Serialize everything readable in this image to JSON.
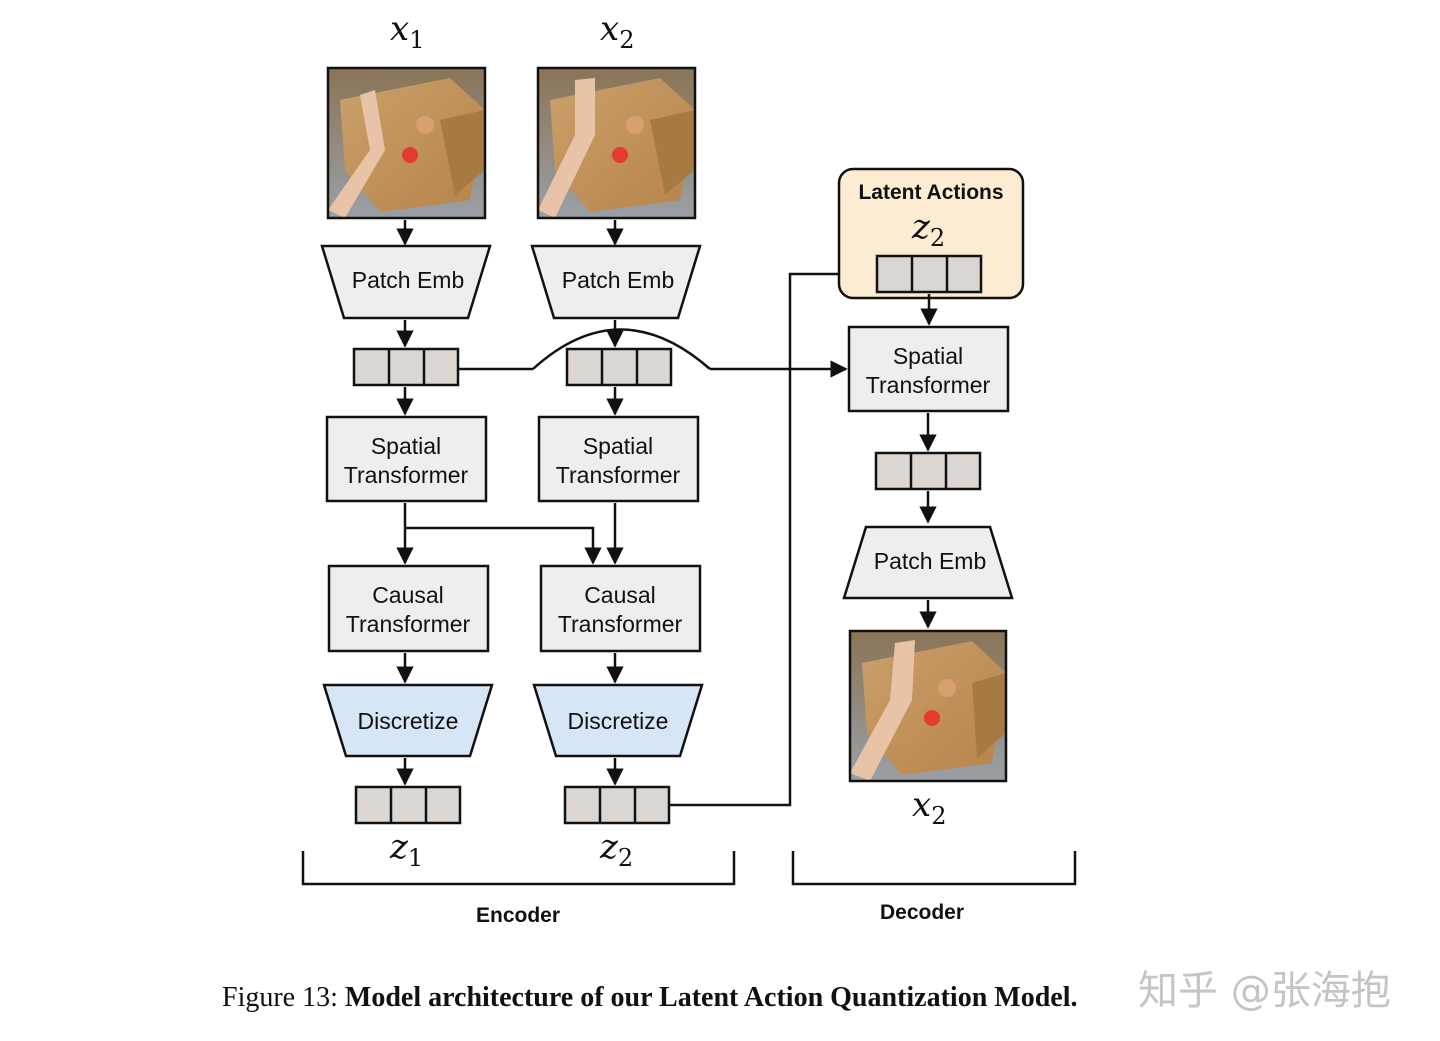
{
  "inputs": {
    "x1": {
      "base": "x",
      "sub": "1"
    },
    "x2": {
      "base": "x",
      "sub": "2"
    }
  },
  "patch_emb_label": "Patch Emb",
  "spatial_label_line1": "Spatial",
  "spatial_label_line2": "Transformer",
  "causal_label_line1": "Causal",
  "causal_label_line2": "Transformer",
  "discretize_label": "Discretize",
  "outputs": {
    "z1": {
      "base": "z",
      "sub": "1"
    },
    "z2": {
      "base": "z",
      "sub": "2"
    }
  },
  "latent_actions": {
    "title": "Latent Actions",
    "var": {
      "base": "z",
      "sub": "2"
    }
  },
  "decoder_output": {
    "base": "x",
    "sub": "2"
  },
  "section_labels": {
    "encoder": "Encoder",
    "decoder": "Decoder"
  },
  "caption": {
    "prefix": "Figure 13: ",
    "text": "Model architecture of our Latent Action Quantization Model."
  },
  "watermark": "知乎 @张海抱",
  "colors": {
    "box_fill": "#eeeeee",
    "token_fill": "#dcd6d2",
    "discretize_fill": "#d6e6f7",
    "latent_fill": "#fbecd2",
    "stroke": "#111111"
  }
}
